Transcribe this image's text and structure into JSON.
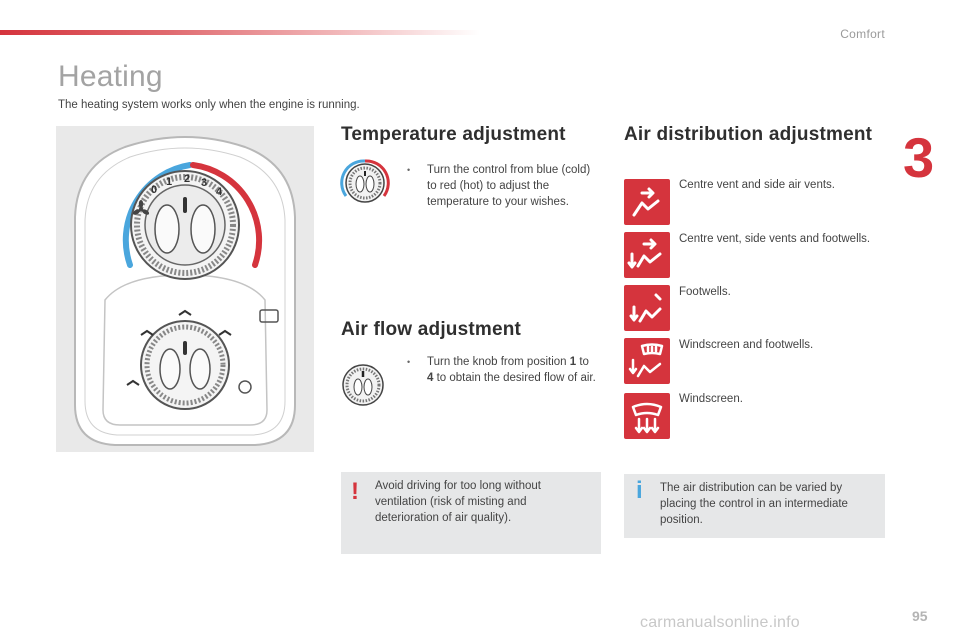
{
  "header": {
    "section": "Comfort",
    "chapter_number": "3"
  },
  "page": {
    "title": "Heating",
    "intro": "The heating system works only when the engine is running.",
    "number": "95"
  },
  "temperature": {
    "heading": "Temperature adjustment",
    "bullet": "•",
    "step": "Turn the control from blue (cold) to red (hot) to adjust the temperature to your wishes."
  },
  "airflow": {
    "heading": "Air flow adjustment",
    "bullet": "•",
    "step_prefix": "Turn the knob from position ",
    "pos_from": "1",
    "step_middle": " to ",
    "pos_to": "4",
    "step_suffix": " to obtain the desired flow of air."
  },
  "distribution": {
    "heading": "Air distribution adjustment",
    "items": [
      {
        "label": "Centre vent and side air vents.",
        "icon": "vent-face-icon"
      },
      {
        "label": "Centre vent, side vents and footwells.",
        "icon": "vent-face-feet-icon"
      },
      {
        "label": "Footwells.",
        "icon": "vent-feet-icon"
      },
      {
        "label": "Windscreen and footwells.",
        "icon": "windscreen-feet-icon"
      },
      {
        "label": "Windscreen.",
        "icon": "windscreen-icon"
      }
    ]
  },
  "panel": {
    "dial_numbers": [
      "0",
      "1",
      "2",
      "3",
      "4"
    ]
  },
  "notes": {
    "warning": {
      "symbol": "!",
      "text": "Avoid driving for too long without ventilation (risk of misting and deterioration of air quality)."
    },
    "info": {
      "symbol": "i",
      "text": "The air distribution can be varied by placing the control in an intermediate position."
    }
  },
  "watermark": "carmanualsonline.info",
  "colors": {
    "accent": "#d5343d",
    "cold": "#4aa6dd",
    "note_bg": "#e6e7e8",
    "title_gray": "#a3a3a3"
  }
}
